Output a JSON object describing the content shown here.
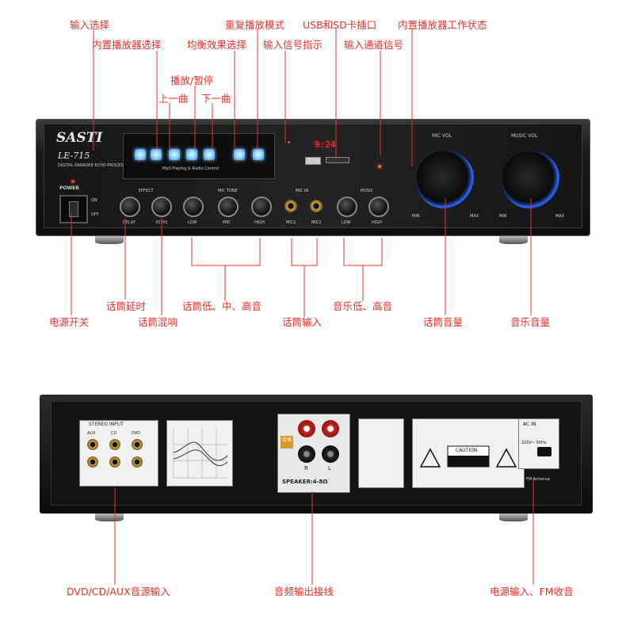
{
  "labels": {
    "input_select": "输入选择",
    "builtin_player_select": "内置播放器选择",
    "play_pause": "播放/暂停",
    "prev_track": "上一曲",
    "next_track": "下一曲",
    "eq_select": "均衡效果选择",
    "repeat_mode": "重复播放模式",
    "input_signal_indicator": "输入信号指示",
    "usb_sd_slot": "USB和SD卡插口",
    "input_channel_signal": "输入通道信号",
    "player_status": "内置播放器工作状态",
    "power_switch": "电源开关",
    "mic_delay": "话筒延时",
    "mic_echo": "话筒混响",
    "mic_tone": "话筒低、中、高音",
    "mic_input": "话筒输入",
    "music_tone": "音乐低、高音",
    "mic_volume": "话筒音量",
    "music_volume": "音乐音量",
    "dvd_cd_aux_input": "DVD/CD/AUX音源输入",
    "audio_output": "音频输出接线",
    "power_fm_input": "电源输入、FM收音"
  },
  "device_front": {
    "brand": "SASTI",
    "model": "LE-715",
    "subtitle": "DIGITAL KARAOKE ECHO PROCESSOR",
    "power": "POWER",
    "on": "ON",
    "off": "OFF",
    "player_strip": "Mp3 Playing & Radio Control",
    "display": "9:24",
    "effect": "EFFECT",
    "mic_tone": "MIC TONE",
    "mic_in": "MIC IN",
    "music": "MUSIC",
    "mic_vol": "MIC VOL",
    "music_vol": "MUSIC VOL",
    "delay": "DELAY",
    "echo": "ECHO",
    "low": "LOW",
    "mid": "MID",
    "high": "HIGH",
    "mic1": "MIC1",
    "mic2": "MIC2",
    "min": "MIN",
    "max": "MAX"
  },
  "device_back": {
    "stereo_input": "STEREO INPUT",
    "aux": "AUX",
    "cd": "CD",
    "dvd": "DVD",
    "speaker": "SPEAKER:4-8Ω",
    "r": "R",
    "l": "L",
    "qc": "合格",
    "caution": "CAUTION",
    "ac_in": "AC IN",
    "voltage": "220V~ 50Hz",
    "fm_antenna": "FM Antenna"
  },
  "colors": {
    "accent": "#e8302a",
    "led_blue": "#7cc7ff",
    "display_red": "#ff2b2b"
  }
}
